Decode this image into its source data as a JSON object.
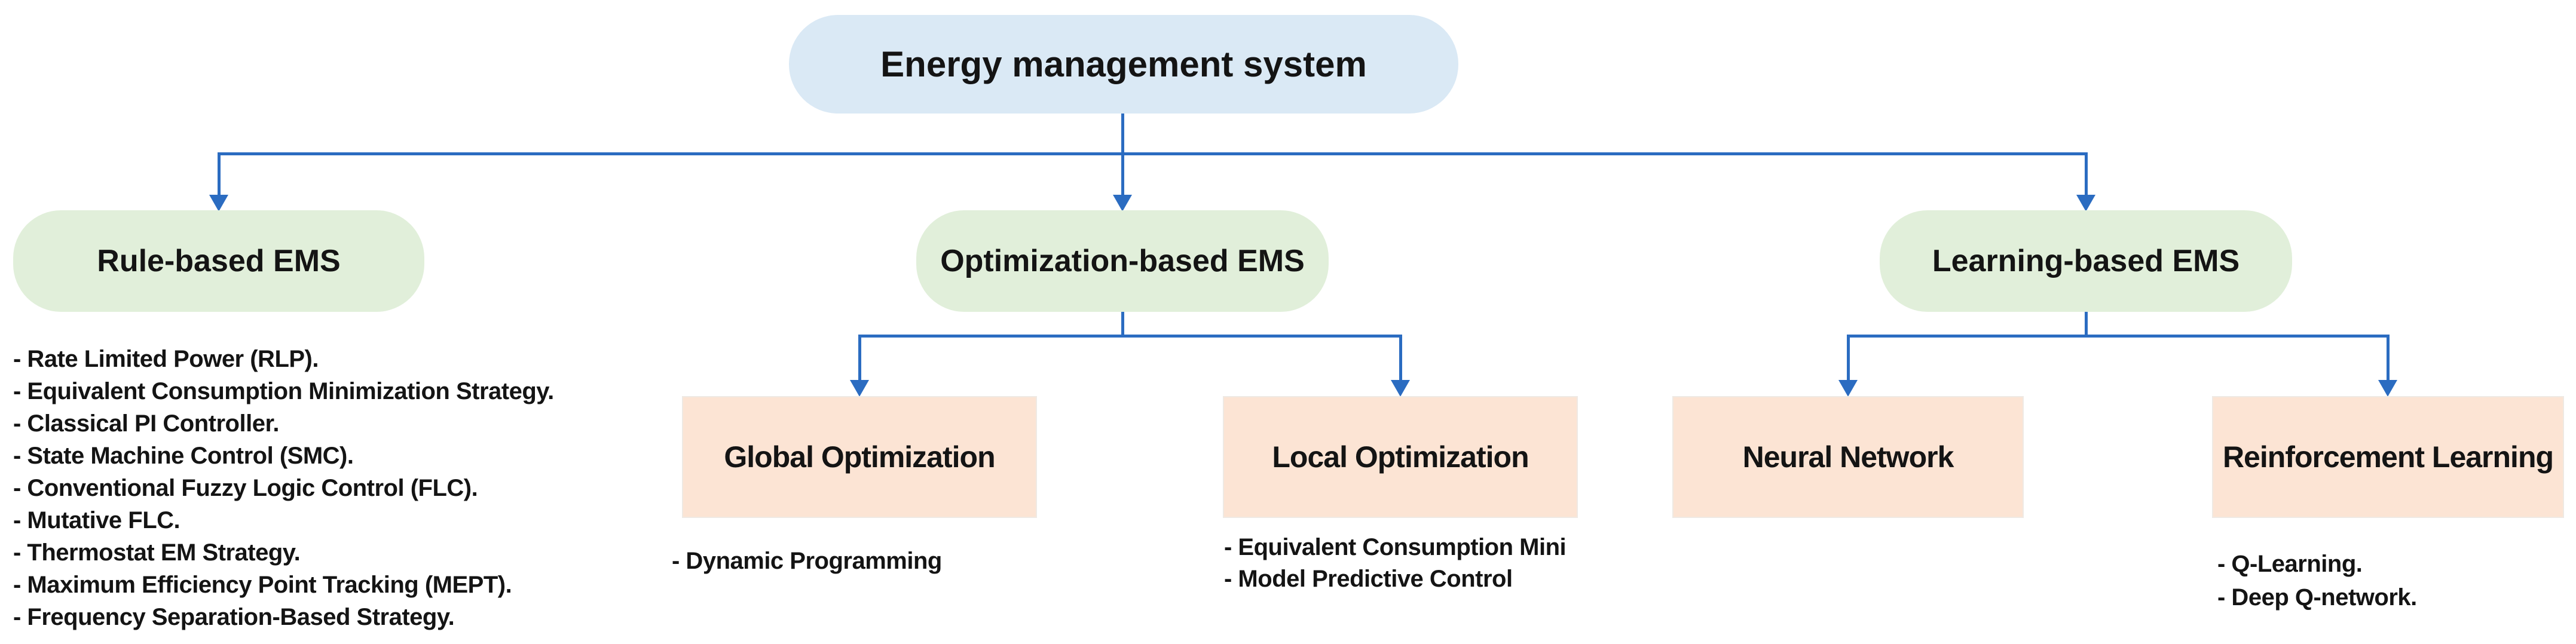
{
  "colors": {
    "line": "#2B6CC1",
    "root_fill": "#DAE9F5",
    "branch_fill": "#E1EFDA",
    "leaf_fill": "#FCE4D4",
    "text": "#141414"
  },
  "root": {
    "label": "Energy management system"
  },
  "branches": {
    "rule_based": {
      "label": "Rule-based EMS",
      "items": [
        "- Rate Limited Power (RLP).",
        "- Equivalent Consumption Minimization Strategy.",
        "- Classical PI Controller.",
        "- State Machine Control (SMC).",
        "- Conventional Fuzzy Logic Control (FLC).",
        "- Mutative FLC.",
        "- Thermostat EM Strategy.",
        "- Maximum Efficiency Point Tracking (MEPT).",
        "- Frequency Separation-Based Strategy."
      ]
    },
    "optimization": {
      "label": "Optimization-based EMS",
      "children": {
        "global": {
          "label": "Global Optimization",
          "items": [
            "- Dynamic Programming"
          ]
        },
        "local": {
          "label": "Local Optimization",
          "items": [
            "- Equivalent Consumption Mini",
            "- Model Predictive Control"
          ]
        }
      }
    },
    "learning": {
      "label": "Learning-based EMS",
      "children": {
        "neural": {
          "label": "Neural Network",
          "items": []
        },
        "reinforcement": {
          "label": "Reinforcement Learning",
          "items": [
            "- Q-Learning.",
            "- Deep Q-network."
          ]
        }
      }
    }
  }
}
